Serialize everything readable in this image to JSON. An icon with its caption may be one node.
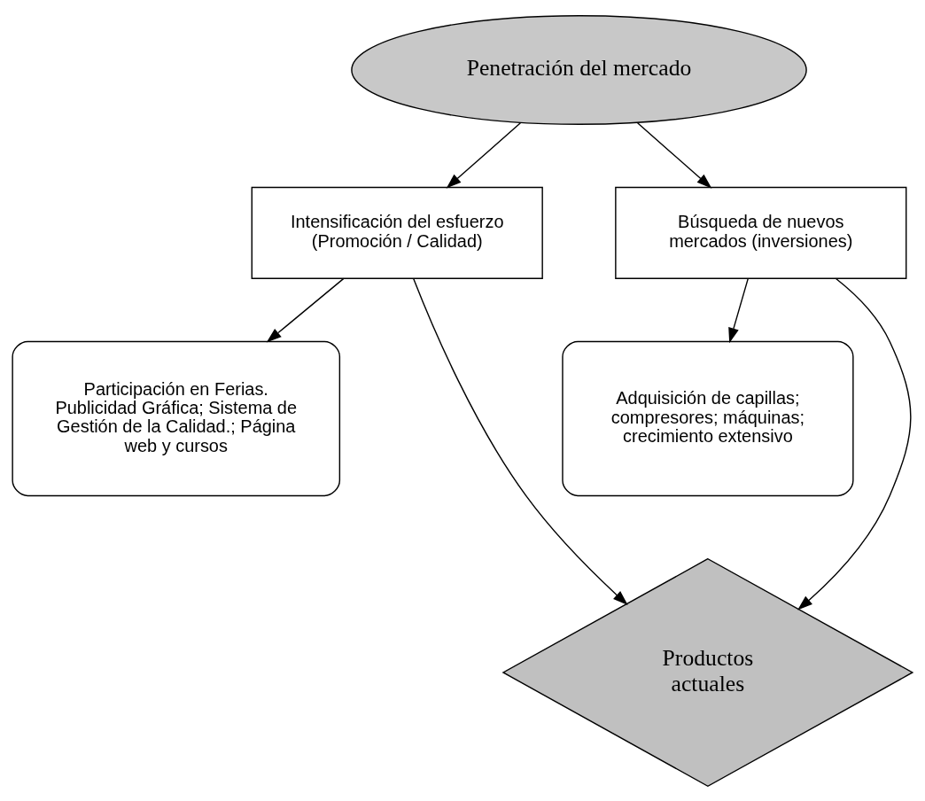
{
  "diagram": {
    "nodes": [
      {
        "text": [
          "Penetración del mercado"
        ]
      },
      {
        "text": [
          "Intensificación del esfuerzo (Promoción / Calidad)"
        ]
      },
      {
        "text": [
          "Búsqueda de nuevos mercados (inversiones)"
        ]
      },
      {
        "text": [
          "Participación en Ferias. Publicidad Gráfica; Sistema de Gestión de la Calidad.; Página web y cursos"
        ]
      },
      {
        "text": [
          "Adquisición de capillas; compresores; máquinas; crecimiento extensivo"
        ]
      },
      {
        "text": [
          "Productos actuales"
        ]
      }
    ],
    "edges": [
      {
        "from": 0,
        "to": 1,
        "arrow": "to"
      },
      {
        "from": 0,
        "to": 2,
        "arrow": "to"
      },
      {
        "from": 1,
        "to": 3,
        "arrow": "to"
      },
      {
        "from": 2,
        "to": 4,
        "arrow": "to"
      },
      {
        "from": 1,
        "to": 5,
        "arrow": "to"
      },
      {
        "from": 2,
        "to": 5,
        "arrow": "to"
      }
    ]
  }
}
